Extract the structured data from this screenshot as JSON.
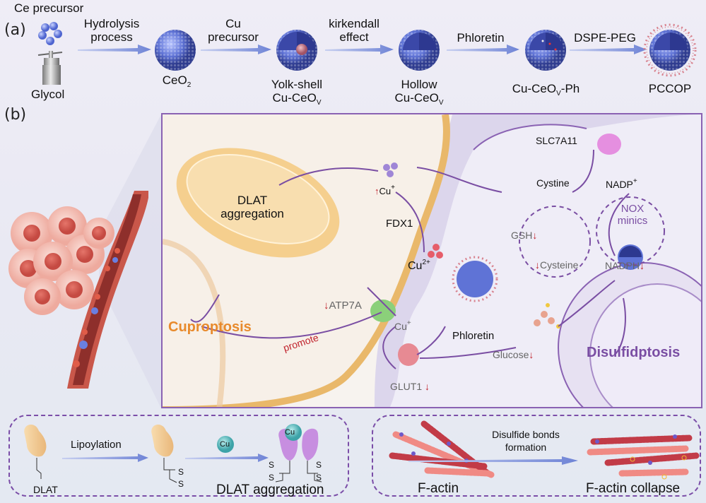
{
  "panel_a": {
    "label": "(a)",
    "steps": [
      {
        "name": "Glycol",
        "top_label": "Ce precursor"
      },
      {
        "name": "CeO",
        "sub": "2"
      },
      {
        "name_line1": "Yolk-shell",
        "name_line2": "Cu-CeO",
        "sub": "V"
      },
      {
        "name_line1": "Hollow",
        "name_line2": "Cu-CeO",
        "sub": "V"
      },
      {
        "name": "Cu-CeO",
        "sub": "V",
        "suffix": "-Ph"
      },
      {
        "name": "PCCOP"
      }
    ],
    "arrows": [
      {
        "line1": "Hydrolysis",
        "line2": "process"
      },
      {
        "line1": "Cu",
        "line2": "precursor"
      },
      {
        "line1": "kirkendall",
        "line2": "effect"
      },
      {
        "line1": "Phloretin"
      },
      {
        "line1": "DSPE-PEG"
      }
    ]
  },
  "panel_b": {
    "label": "(b)",
    "mito_label_line1": "DLAT",
    "mito_label_line2": "aggregation",
    "cu_plus_top": "Cu",
    "cu_plus_sup": "+",
    "fdx1": "FDX1",
    "cu2": "Cu",
    "cu2_sup": "2+",
    "atp7a": "ATP7A",
    "cu_plus_mid": "Cu",
    "cuproptosis": "Cuproptosis",
    "promote": "promote",
    "phloretin": "Phloretin",
    "glut1": "GLUT1",
    "glucose": "Glucose",
    "slc7a11": "SLC7A11",
    "cystine": "Cystine",
    "nadp": "NADP",
    "nadp_sup": "+",
    "nox_line1": "NOX",
    "nox_line2": "minics",
    "gsh": "GSH",
    "cysteine": "Cysteine",
    "nadph": "NADPH",
    "disulfidptosis": "Disulfidptosis",
    "down_arrow": "↓",
    "up_arrow": "↑"
  },
  "panel_c_left": {
    "dlat": "DLAT",
    "lipoylation": "Lipoylation",
    "cu": "Cu",
    "s": "S",
    "title": "DLAT aggregation"
  },
  "panel_c_right": {
    "arrow_line1": "Disulfide bonds",
    "arrow_line2": "formation",
    "left": "F-actin",
    "right": "F-actin collapse"
  },
  "colors": {
    "purple": "#7a4ea3",
    "orange": "#e88a2c",
    "red": "#c0202a",
    "sphere_blue": "#5a6fd0",
    "arrow_blue": "#7d8fd8"
  }
}
